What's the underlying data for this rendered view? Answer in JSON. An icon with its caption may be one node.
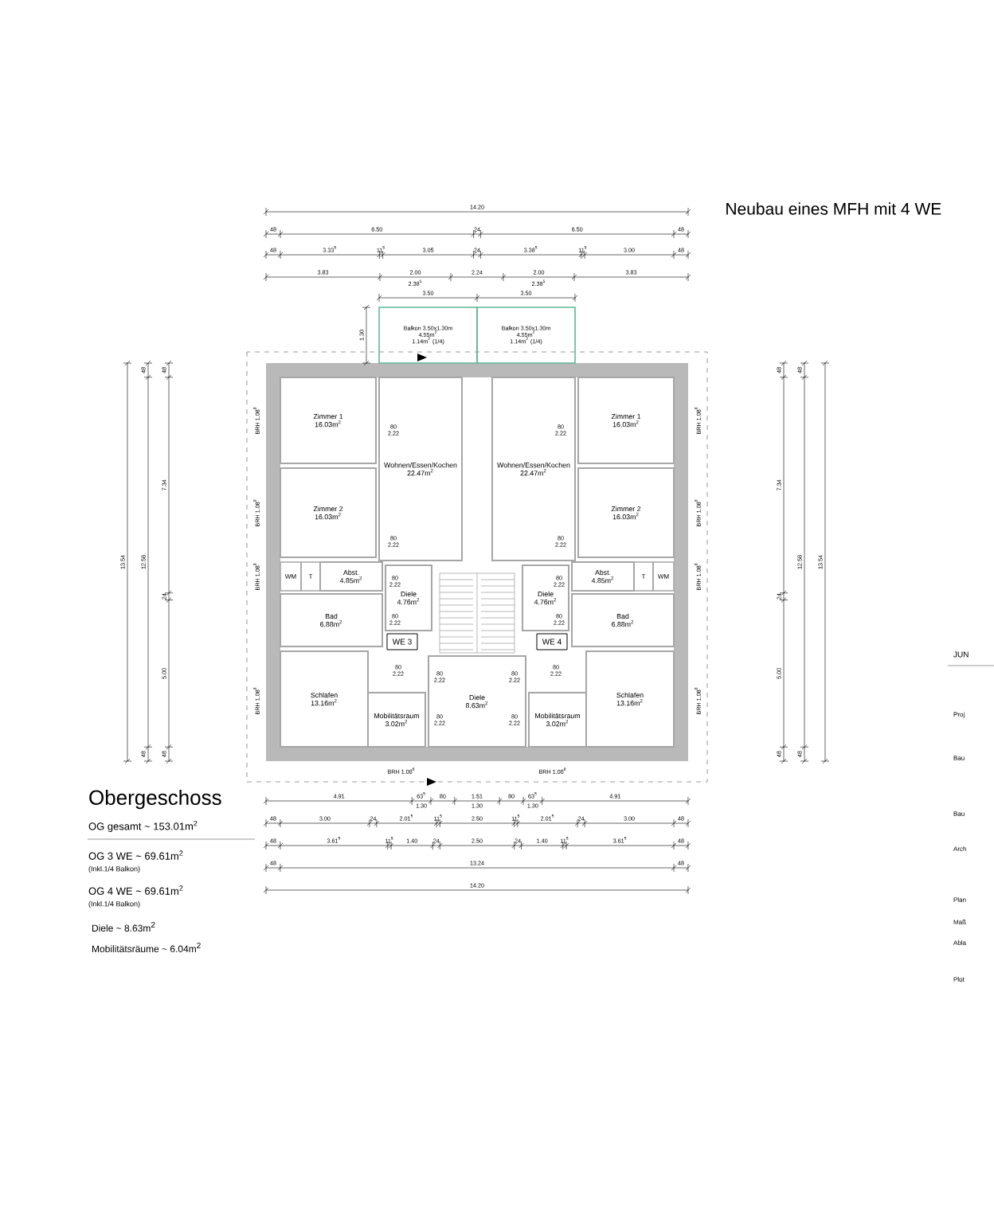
{
  "diagram": {
    "title": "Neubau eines MFH mit 4 WE",
    "nodes": [
      {
        "text": [
          "Balkon 3.50x1.30m",
          "4.55m$^{2}$",
          "1.14m$^{2}$ (1/4)"
        ]
      },
      {
        "text": [
          "Balkon 3.50x1.30m",
          "4.55m$^{2}$",
          "1.14m$^{2}$ (1/4)"
        ]
      },
      {
        "text": [
          "Zimmer 1",
          "16.03m$^{2}$"
        ]
      },
      {
        "text": [
          "Wohnen/Essen/Kochen",
          "22.47m$^{2}$"
        ]
      },
      {
        "text": [
          "Wohnen/Essen/Kochen",
          "22.47m$^{2}$"
        ]
      },
      {
        "text": [
          "Zimmer 1",
          "16.03m$^{2}$"
        ]
      },
      {
        "text": [
          "Zimmer 2",
          "16.03m$^{2}$"
        ]
      },
      {
        "text": [
          "Zimmer 2",
          "16.03m$^{2}$"
        ]
      },
      {
        "text": [
          "WM"
        ]
      },
      {
        "text": [
          "T"
        ]
      },
      {
        "text": [
          "Abst.",
          "4.85m$^{2}$"
        ]
      },
      {
        "text": [
          "Diele",
          "4.76m$^{2}$"
        ]
      },
      {
        "text": [
          "Diele",
          "4.76m$^{2}$"
        ]
      },
      {
        "text": [
          "Abst.",
          "4.85m$^{2}$"
        ]
      },
      {
        "text": [
          "T"
        ]
      },
      {
        "text": [
          "WM"
        ]
      },
      {
        "text": [
          "Bad",
          "6.88m$^{2}$"
        ]
      },
      {
        "text": [
          "Bad",
          "6.88m$^{2}$"
        ]
      },
      {
        "text": [
          "WE 3"
        ]
      },
      {
        "text": [
          "WE 4"
        ]
      },
      {
        "text": [
          "Schlafen",
          "13.16m$^{2}$"
        ]
      },
      {
        "text": [
          "Diele",
          "8.63m$^{2}$"
        ]
      },
      {
        "text": [
          "Schlafen",
          "13.16m$^{2}$"
        ]
      },
      {
        "text": [
          "Mobilitätsraum",
          "3.02m$^{2}$"
        ]
      },
      {
        "text": [
          "Mobilitätsraum",
          "3.02m$^{2}$"
        ]
      }
    ],
    "labels": [
      "14.20",
      "48",
      "6.50",
      "24",
      "6.50",
      "48",
      "48",
      "3.33$^{5}$",
      "11$^{5}$",
      "3.05",
      "24",
      "3.38$^{5}$",
      "11$^{5}$",
      "3.00",
      "48",
      "3.83",
      "2.00",
      "2.38$^{5}$",
      "2.24",
      "2.00",
      "2.38$^{5}$",
      "3.83",
      "3.50",
      "3.50",
      "1.30",
      "13.54",
      "48",
      "12.58",
      "48",
      "48",
      "7.34",
      "24",
      "5.00",
      "48",
      "48",
      "7.34",
      "24",
      "5.00",
      "48",
      "48",
      "12.58",
      "48",
      "13.54",
      "4.91",
      "63$^{5}$",
      "1.30",
      "80",
      "1.51",
      "1.30",
      "80",
      "63$^{5}$",
      "1.30",
      "4.91",
      "48",
      "3.00",
      "24",
      "2.01$^{5}$",
      "11$^{5}$",
      "2.50",
      "11$^{5}$",
      "2.01$^{5}$",
      "24",
      "3.00",
      "48",
      "48",
      "3.61$^{5}$",
      "11$^{5}$",
      "1.40",
      "24",
      "2.50",
      "24",
      "1.40",
      "11$^{5}$",
      "3.61$^{5}$",
      "48",
      "48",
      "13.24",
      "48",
      "14.20",
      "BRH 1.08$^{8}$",
      "BRH 1.08$^{8}$",
      "BRH 1.08$^{8}$",
      "BRH 1.08$^{8}$",
      "BRH 1.08$^{8}$",
      "BRH 1.08$^{8}$",
      "BRH 1.08$^{8}$",
      "BRH 1.08$^{8}$",
      "BRH 1.08$^{8}$",
      "BRH 1.08$^{8}$",
      "80 2.22",
      "80 2.22",
      "80 2.22",
      "80 2.22",
      "80 2.22",
      "80 2.22",
      "80 2.22",
      "80 2.22",
      "80 2.22",
      "80 2.22",
      "80 2.22",
      "80 2.22",
      "80 2.22",
      "80 2.22",
      "Obergeschoss",
      "OG gesamt ~ 153.01m$^{2}$",
      "OG 3 WE ~ 69.61m$^{2}$",
      "(Inkl.1/4 Balkon)",
      "OG 4 WE ~ 69.61m$^{2}$",
      "(Inkl.1/4 Balkon)",
      "Diele ~ 8.63m$^{2}$",
      "Mobilitätsräume ~ 6.04m$^{2}$",
      "JUN",
      "Proj",
      "Bau",
      "Bau",
      "Arch",
      "Plan",
      "Maß",
      "Abla",
      "Plot"
    ]
  }
}
